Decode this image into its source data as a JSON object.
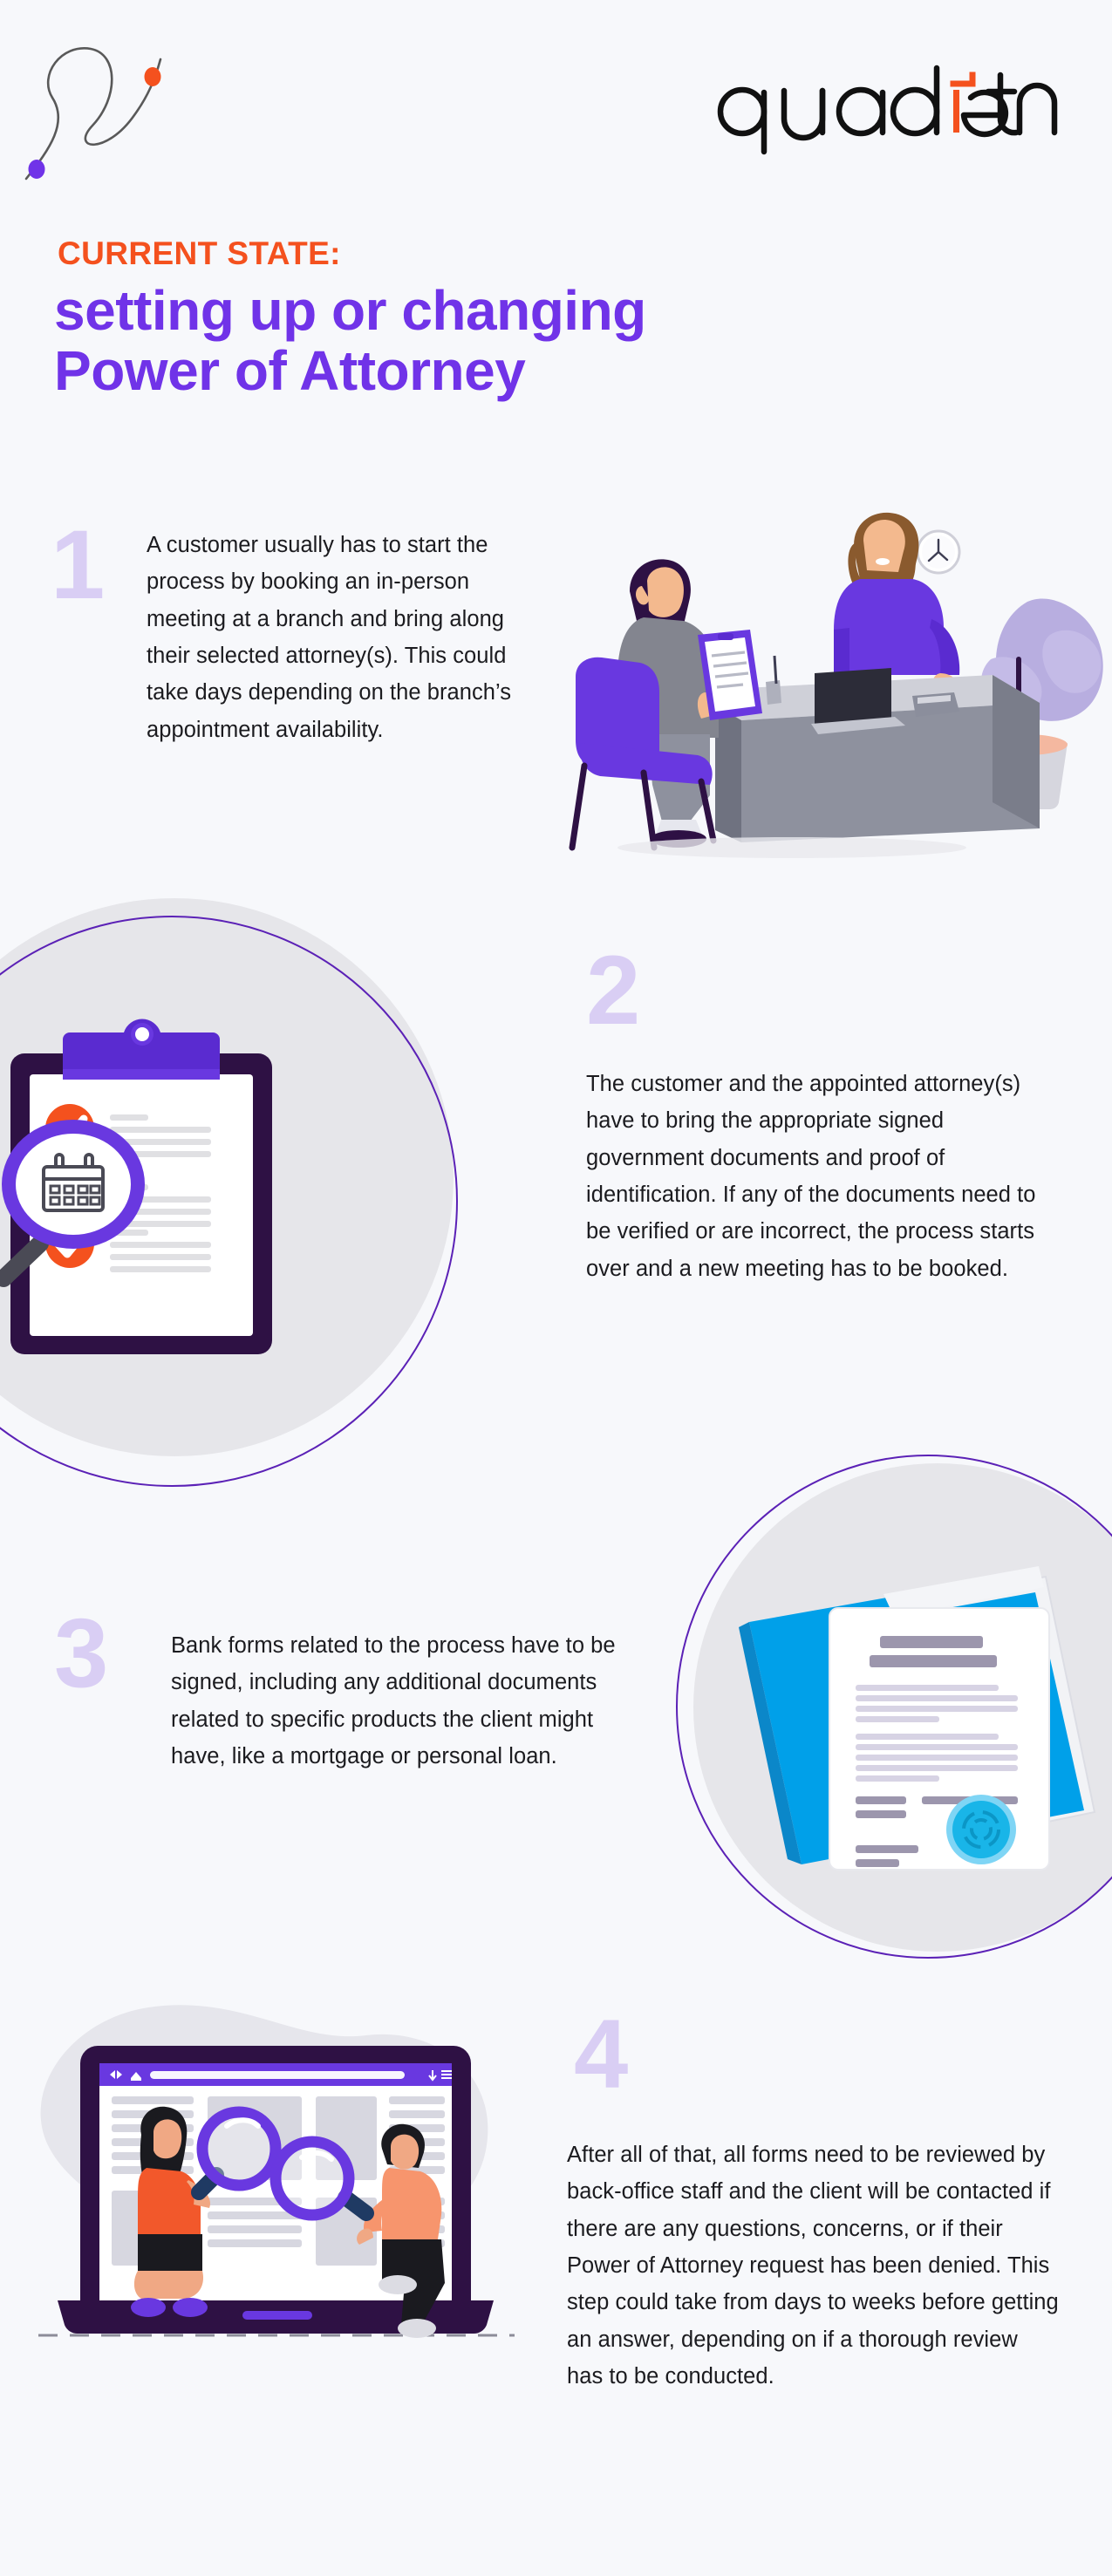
{
  "brand": {
    "logo_text": "quadient",
    "accent_orange": "#f4511e",
    "accent_purple": "#7033e8",
    "number_lavender": "#d9cef4",
    "background": "#f7f8fb",
    "circle_grey": "#e6e6ea",
    "ring_purple": "#5b21b6"
  },
  "header": {
    "eyebrow": "CURRENT STATE:",
    "title_line1": "setting up or changing",
    "title_line2": "Power of Attorney"
  },
  "steps": [
    {
      "number": "1",
      "text": "A customer usually has to start the process by booking an in-person meeting at a branch and bring along their selected attorney(s). This could take days depending on the branch’s appointment availability.",
      "illustration": "branch-meeting-illustration"
    },
    {
      "number": "2",
      "text": "The customer and the appointed attorney(s) have to bring the appropriate signed government documents and proof of identification. If any of the documents need to be verified or are incorrect, the process starts over and a new meeting has to be booked.",
      "illustration": "clipboard-checklist-illustration"
    },
    {
      "number": "3",
      "text": "Bank forms related to the process have to be signed, including any additional documents related to specific products the client might have, like a mortgage or personal loan.",
      "illustration": "signed-documents-illustration"
    },
    {
      "number": "4",
      "text": "After all of that, all forms need to be reviewed by back-office staff and the client will be contacted if there are any questions, concerns, or if their Power of Attorney request has been denied. This step could take from days to weeks before getting an answer, depending on if a thorough review has to be conducted.",
      "illustration": "laptop-review-illustration"
    }
  ]
}
